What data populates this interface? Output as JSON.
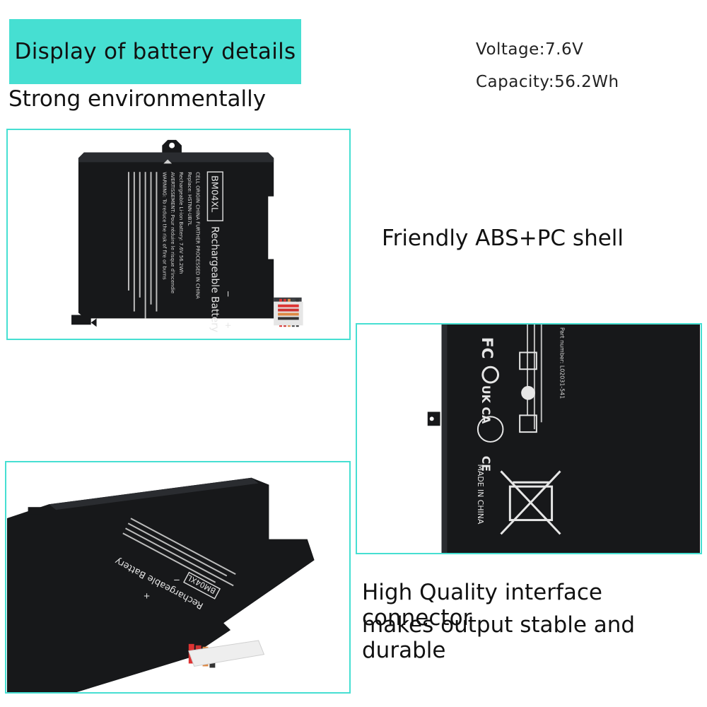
{
  "header": {
    "banner_text": "Display of battery details",
    "subtitle": "Strong environmentally"
  },
  "specs": {
    "voltage": "Voltage:7.6V",
    "capacity": "Capacity:56.2Wh"
  },
  "features": {
    "shell": "Friendly ABS+PC shell",
    "connector_line1": "High Quality interface connector",
    "connector_line2": "makes output stable and durable"
  },
  "battery_label": {
    "model": "BM04XL",
    "type": "Rechargeable Battery",
    "origin": "CELL ORIGIN CHINA FURTHER PROCESSED IN CHINA",
    "replace": "Replace: HSTNN-UB7L",
    "rating": "Rechargeable Li-ion Battery: 7.6V 56.2Wh",
    "warning_fr": "AVERTISSEMENT: Pour réduire le risque d'incendie",
    "warning_en": "WARNING: To reduce the risk of fire or burns",
    "part_number": "Part number: L02031-541",
    "made_in": "MADE IN CHINA",
    "marks": [
      "FC",
      "UK CA",
      "CE"
    ]
  },
  "colors": {
    "accent": "#46dfd2",
    "battery_black": "#17181a"
  }
}
